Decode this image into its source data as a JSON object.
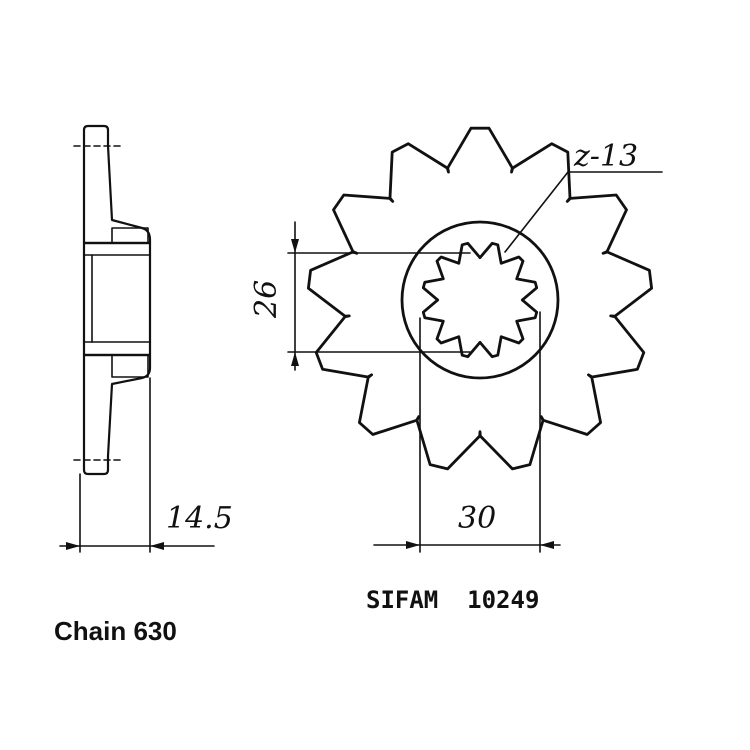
{
  "drawing": {
    "teeth_label": "z-13",
    "spline_diameter_label": "26",
    "hub_diameter_label": "30",
    "width_label": "14.5",
    "part_number_label": "SIFAM  10249",
    "chain_label": "Chain 630",
    "tooth_count": 13,
    "spline_count": 12,
    "ink_color": "#111111",
    "background_color": "#ffffff"
  }
}
